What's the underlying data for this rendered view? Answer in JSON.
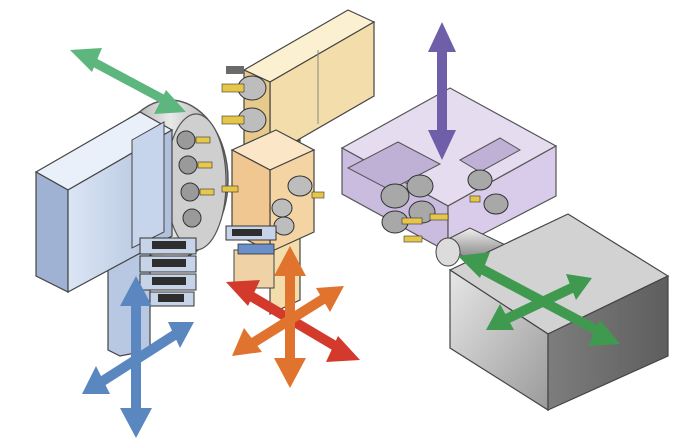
{
  "diagram": {
    "components": [
      {
        "name": "turret-tool-holder",
        "color": "#c9d8ee"
      },
      {
        "name": "upper-tool-post",
        "color": "#f6e3b4"
      },
      {
        "name": "lower-tool-post",
        "color": "#f7d9b0"
      },
      {
        "name": "sub-spindle-tool-block",
        "color": "#d7cce6"
      },
      {
        "name": "spindle-headstock",
        "color": "#bdbdbd"
      }
    ],
    "axis_arrows": [
      {
        "name": "green-arrow-top-left",
        "color": "#5cb67e"
      },
      {
        "name": "purple-arrow-vertical",
        "color": "#6e5fa8"
      },
      {
        "name": "blue-arrow-cross",
        "color": "#5b87c0"
      },
      {
        "name": "orange-arrow-cross",
        "color": "#e0742f"
      },
      {
        "name": "red-arrow-diagonal",
        "color": "#d33a2c"
      },
      {
        "name": "green-arrow-cross-headstock",
        "color": "#3f9a4f"
      }
    ]
  }
}
